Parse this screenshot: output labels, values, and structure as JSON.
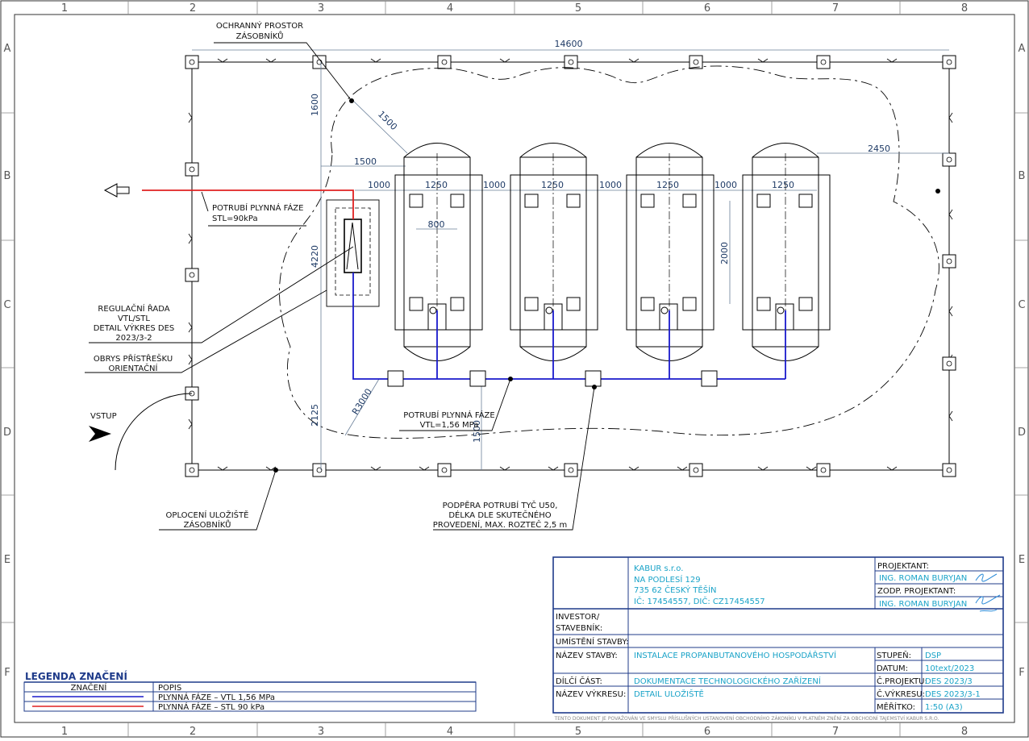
{
  "grid": {
    "columns": [
      "1",
      "2",
      "3",
      "4",
      "5",
      "6",
      "7",
      "8"
    ],
    "rows": [
      "A",
      "B",
      "C",
      "D",
      "E",
      "F"
    ]
  },
  "dimensions": {
    "overall_width": "14600",
    "left_offset_vertical": "1600",
    "diag_1500": "1500",
    "left_1500": "1500",
    "right_2450": "2450",
    "gap_1000": "1000",
    "tank_1250": "1250",
    "saddle_800": "800",
    "saddle_2000": "2000",
    "vertical_4220": "4220",
    "vertical_2125": "2125",
    "radius_r3000": "R3000",
    "small_1500": "1500"
  },
  "notes": {
    "protective_space": [
      "OCHRANNÝ PROSTOR",
      "ZÁSOBNÍKŮ"
    ],
    "gas_pipe_stl": [
      "POTRUBÍ PLYNNÁ FÁZE",
      "STL=90kPa"
    ],
    "regulation": [
      "REGULAČNÍ ŘADA",
      "VTL/STL",
      "DETAIL VÝKRES DES",
      "2023/3-2"
    ],
    "shelter": [
      "OBRYS PŘÍSTŘEŠKU",
      "ORIENTAČNÍ"
    ],
    "entry": "VSTUP",
    "gas_pipe_vtl": [
      "POTRUBÍ PLYNNÁ FÁZE",
      "VTL=1,56 MPa"
    ],
    "fence": [
      "OPLOCENÍ ULOŽIŠTĚ",
      "ZÁSOBNÍKŮ"
    ],
    "support": [
      "PODPĚRA POTRUBÍ TYČ U50,",
      "DÉLKA DLE SKUTEČNÉHO",
      "PROVEDENÍ, MAX. ROZTEČ 2,5 m"
    ]
  },
  "legend": {
    "title": "LEGENDA ZNAČENÍ",
    "col_symbol": "ZNAČENÍ",
    "col_desc": "POPIS",
    "rows": [
      {
        "label": "PLYNNÁ FÁZE – VTL 1,56 MPa",
        "color": "#1a1acc"
      },
      {
        "label": "PLYNNÁ FÁZE – STL 90 kPa",
        "color": "#e02020"
      }
    ]
  },
  "title_block": {
    "company": [
      "KABUR s.r.o.",
      "NA PODLESÍ 129",
      "735 62 ČESKÝ TĚŠÍN",
      "IČ: 17454557, DIČ: CZ17454557"
    ],
    "projektant_label": "PROJEKTANT:",
    "projektant": "ING. ROMAN BURYJAN",
    "zodp_label": "ZODP. PROJEKTANT:",
    "zodp": "ING. ROMAN BURYJAN",
    "investor_label": [
      "INVESTOR/",
      "STAVEBNÍK:"
    ],
    "umisteni_label": "UMÍSTĚNÍ STAVBY:",
    "nazev_stavby_label": "NÁZEV STAVBY:",
    "nazev_stavby": "INSTALACE PROPANBUTANOVÉHO HOSPODÁŘSTVÍ",
    "dilci_label": "DÍLČÍ ČÁST:",
    "dilci": "DOKUMENTACE TECHNOLOGICKÉHO ZAŘÍZENÍ",
    "nazev_vykresu_label": "NÁZEV VÝKRESU:",
    "nazev_vykresu": "DETAIL ULOŽIŠTĚ",
    "stupen_label": "STUPEŇ:",
    "stupen": "DSP",
    "datum_label": "DATUM:",
    "datum": "10text/2023",
    "cprojektu_label": "Č.PROJEKTU:",
    "cprojektu": "DES 2023/3",
    "cvykresu_label": "Č.VÝKRESU:",
    "cvykresu": "DES 2023/3-1",
    "meritko_label": "MĚŘÍTKO:",
    "meritko": "1:50 (A3)",
    "footer": "TENTO DOKUMENT JE POVAŽOVÁN VE SMYSLU PŘÍSLUŠNÝCH USTANOVENÍ OBCHODNÍHO ZÁKONÍKU V PLATNÉM ZNĚNÍ ZA OBCHODNÍ TAJEMSTVÍ KABUR S.R.O."
  },
  "colors": {
    "vtl_pipe": "#1a1acc",
    "stl_pipe": "#e02020",
    "title_block_line": "#1f3b8a",
    "title_block_value": "#1aa3c8"
  }
}
